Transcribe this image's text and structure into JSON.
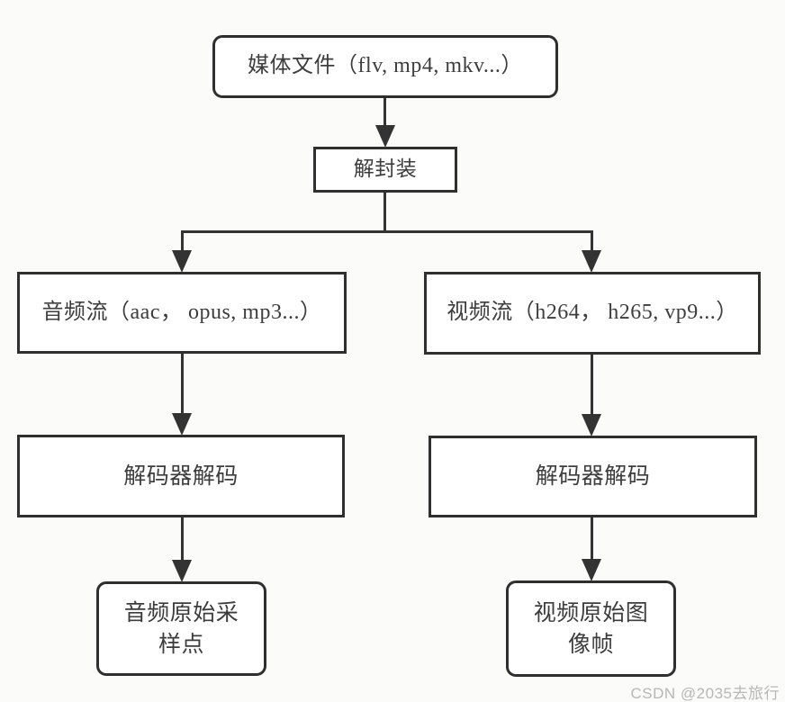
{
  "diagram": {
    "title": "media-decoding-flowchart",
    "background_color": "#fbfbfa",
    "box_border_color": "#2f2f2f",
    "line_color": "#333333",
    "text_color": "#3d3d3d",
    "watermark_color": "#b7b7b7",
    "nodes": {
      "media_file": {
        "label": "媒体文件（flv, mp4, mkv...）",
        "shape": "rounded-rect"
      },
      "demux": {
        "label": "解封装",
        "shape": "rect"
      },
      "audio_stream": {
        "label": "音频流（aac， opus, mp3...）",
        "shape": "rect"
      },
      "video_stream": {
        "label": "视频流（h264， h265, vp9...）",
        "shape": "rect"
      },
      "audio_decode": {
        "label": "解码器解码",
        "shape": "rect"
      },
      "video_decode": {
        "label": "解码器解码",
        "shape": "rect"
      },
      "audio_raw": {
        "line1": "音频原始采",
        "line2": "样点",
        "shape": "rounded-rect"
      },
      "video_raw": {
        "line1": "视频原始图",
        "line2": "像帧",
        "shape": "rounded-rect"
      }
    },
    "edges": [
      "media_file -> demux",
      "demux -> audio_stream",
      "demux -> video_stream",
      "audio_stream -> audio_decode",
      "video_stream -> video_decode",
      "audio_decode -> audio_raw",
      "video_decode -> video_raw"
    ],
    "watermark": "CSDN @2035去旅行"
  }
}
